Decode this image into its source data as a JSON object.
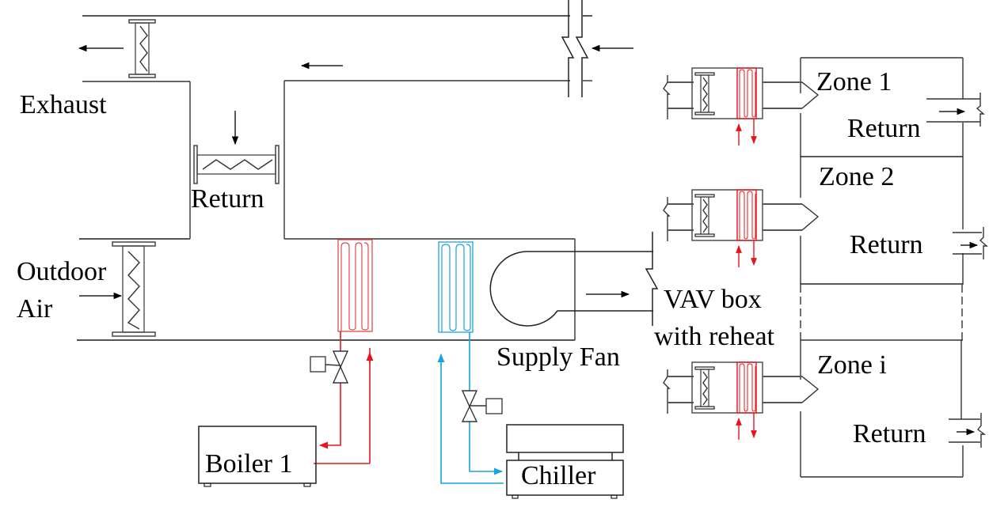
{
  "title": "VAV system with reheat schematic",
  "colors": {
    "hot_water": "#e8141c",
    "hot_coil": "#e24a4a",
    "chilled_water": "#1aa3e0",
    "duct": "#555555",
    "text": "#000000"
  },
  "labels": {
    "exhaust": "Exhaust",
    "return_main": "Return",
    "outdoor_line1": "Outdoor",
    "outdoor_line2": "Air",
    "supply_fan": "Supply Fan",
    "vav_line1": "VAV box",
    "vav_line2": "with reheat",
    "boiler": "Boiler 1",
    "chiller": "Chiller"
  },
  "zones": [
    {
      "name": "Zone 1",
      "return_label": "Return"
    },
    {
      "name": "Zone 2",
      "return_label": "Return"
    },
    {
      "name": "Zone i",
      "return_label": "Return"
    }
  ],
  "components": [
    {
      "id": "exhaust-damper",
      "type": "damper"
    },
    {
      "id": "return-damper",
      "type": "damper"
    },
    {
      "id": "outdoor-air-damper",
      "type": "damper"
    },
    {
      "id": "heating-coil",
      "type": "coil",
      "medium": "hot water"
    },
    {
      "id": "cooling-coil",
      "type": "coil",
      "medium": "chilled water"
    },
    {
      "id": "supply-fan",
      "type": "fan"
    },
    {
      "id": "heating-valve",
      "type": "control valve"
    },
    {
      "id": "cooling-valve",
      "type": "control valve"
    },
    {
      "id": "boiler",
      "type": "boiler"
    },
    {
      "id": "chiller",
      "type": "chiller"
    }
  ]
}
